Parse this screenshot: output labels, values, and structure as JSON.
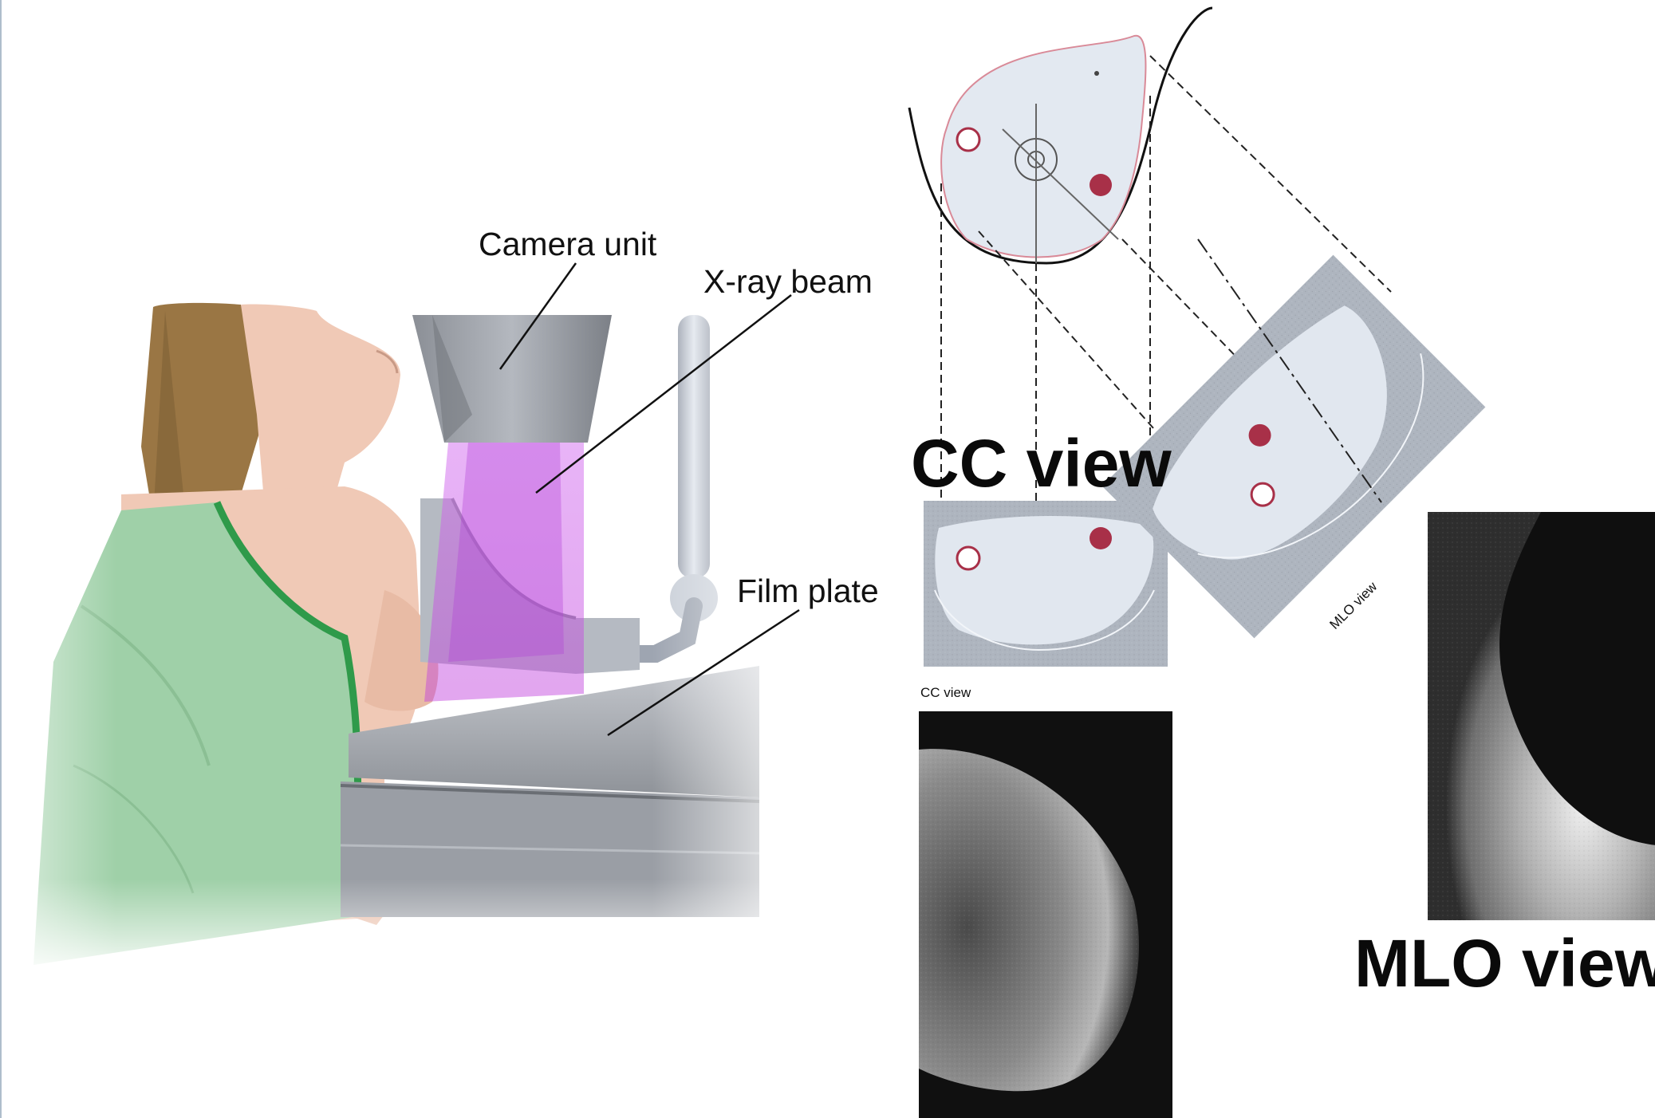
{
  "labels": {
    "camera_unit": "Camera unit",
    "xray_beam": "X-ray beam",
    "film_plate": "Film plate",
    "cc_view_large": "CC view",
    "cc_view_small": "CC view",
    "mlo_view_small": "MLO view",
    "mlo_view_large": "MLO view"
  },
  "icons": {
    "patient": "patient-figure-icon",
    "machine": "mammography-machine-icon",
    "beam": "xray-beam-icon",
    "breast_top": "breast-top-view-icon",
    "cc_projection": "cc-projection-icon",
    "mlo_projection": "mlo-projection-icon",
    "cc_image": "cc-mammogram-image",
    "mlo_image": "mlo-mammogram-image"
  },
  "colors": {
    "beam": "#c84fe0",
    "gown": "#9fd0a8",
    "gown_edge": "#2f9a4a",
    "skin": "#f0c9b6",
    "hair": "#9a7644",
    "machine": "#a9adb5",
    "lesion_dark": "#a83048",
    "lesion_light": "#ffffff",
    "breast_fill": "#e3e9f1"
  }
}
